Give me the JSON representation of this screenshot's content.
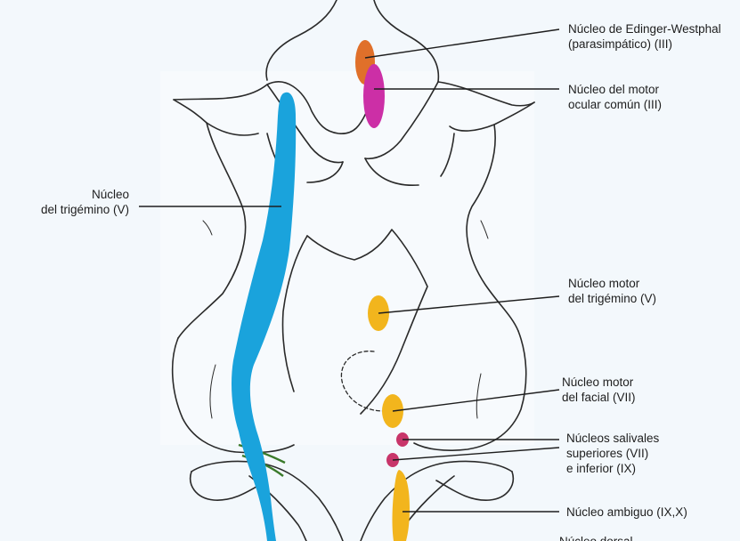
{
  "labels": {
    "edinger": [
      "Núcleo de Edinger-Westphal",
      "(parasimpático) (III)"
    ],
    "motor_ocular": [
      "Núcleo del motor",
      "ocular común (III)"
    ],
    "trigemino": [
      "Núcleo",
      "del trigémino (V)"
    ],
    "motor_trigemino": [
      "Núcleo motor",
      "del trigémino (V)"
    ],
    "motor_facial": [
      "Núcleo motor",
      "del facial (VII)"
    ],
    "salivales": [
      "Núcleos salivales",
      "superiores (VII)",
      "e inferior (IX)"
    ],
    "ambiguo": [
      "Núcleo ambiguo (IX,X)"
    ],
    "cut_off": [
      "Núcleo dorsal"
    ]
  },
  "colors": {
    "background": "#f3f8fc",
    "outline": "#2a2a2a",
    "trigeminal_nucleus": "#1aa3dc",
    "edinger_westphal": "#e0702a",
    "oculomotor": "#cc2fa6",
    "motor_nuclei": "#f2b51d",
    "salivary": "#c8356a",
    "tract_green": "#3a7a2a"
  }
}
